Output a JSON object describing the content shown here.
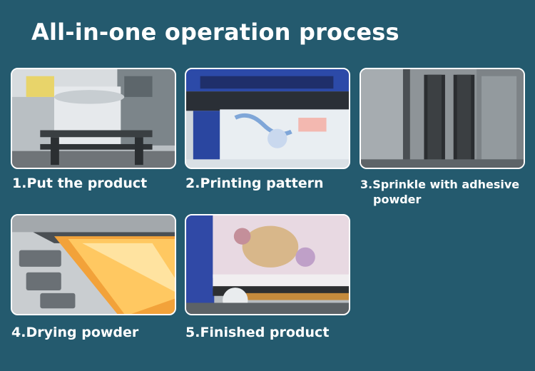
{
  "title": "All-in-one operation process",
  "steps": [
    {
      "caption": "1.Put the product"
    },
    {
      "caption": "2.Printing pattern"
    },
    {
      "caption_line1": "3.Sprinkle with adhesive",
      "caption_line2": "powder"
    },
    {
      "caption": "4.Drying powder"
    },
    {
      "caption": "5.Finished product"
    }
  ]
}
